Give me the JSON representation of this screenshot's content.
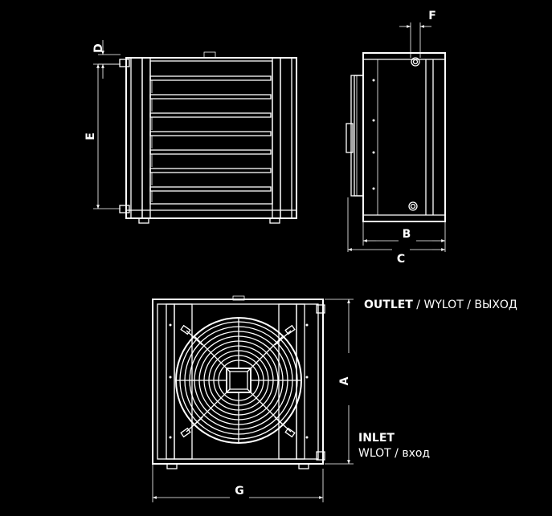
{
  "dimensions": {
    "A": "A",
    "B": "B",
    "C": "C",
    "D": "D",
    "E": "E",
    "F": "F",
    "G": "G"
  },
  "labels": {
    "outlet_bold": "OUTLET",
    "outlet_rest": " / WYLOT / ВЫХОД",
    "inlet_bold": "INLET",
    "inlet_rest": "WLOT / вход"
  }
}
